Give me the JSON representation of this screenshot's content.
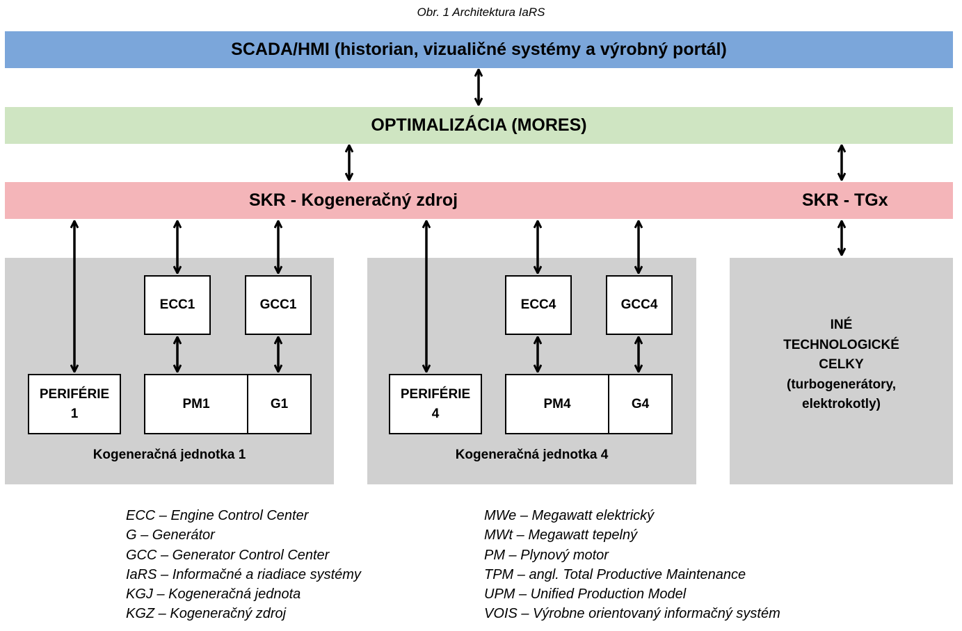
{
  "caption": "Obr. 1 Architektura IaRS",
  "layers": {
    "scada": "SCADA/HMI (historian, vizualičné systémy a výrobný portál)",
    "optimization": "OPTIMALIZÁCIA (MORES)",
    "skr_kgz": "SKR - Kogeneračný zdroj",
    "skr_tgx": "SKR - TGx"
  },
  "units": [
    {
      "label": "Kogeneračná jednotka 1",
      "periphery": "PERIFÉRIE 1",
      "periphery_line1": "PERIFÉRIE",
      "periphery_line2": "1",
      "ecc": "ECC1",
      "gcc": "GCC1",
      "pm": "PM1",
      "g": "G1"
    },
    {
      "label": "Kogeneračná jednotka 4",
      "periphery": "PERIFÉRIE 4",
      "periphery_line1": "PERIFÉRIE",
      "periphery_line2": "4",
      "ecc": "ECC4",
      "gcc": "GCC4",
      "pm": "PM4",
      "g": "G4"
    }
  ],
  "other_units": {
    "lines": [
      "INÉ",
      "TECHNOLOGICKÉ",
      "CELKY",
      "(turbogenerátory,",
      "elektrokotly)"
    ]
  },
  "legend_left": [
    "ECC – Engine Control Center",
    "G – Generátor",
    "GCC – Generator Control Center",
    "IaRS – Informačné a riadiace systémy",
    "KGJ – Kogeneračná jednota",
    "KGZ – Kogeneračný zdroj"
  ],
  "legend_right": [
    "MWe – Megawatt elektrický",
    "MWt – Megawatt tepelný",
    "PM – Plynový motor",
    "TPM – angl. Total Productive Maintenance",
    "UPM – Unified Production Model",
    "VOIS – Výrobne orientovaný informačný systém"
  ],
  "colors": {
    "scada": "#7ba6da",
    "optimization": "#cfe5c2",
    "skr": "#f4b5b9",
    "unit_background": "#d0d0d0"
  }
}
